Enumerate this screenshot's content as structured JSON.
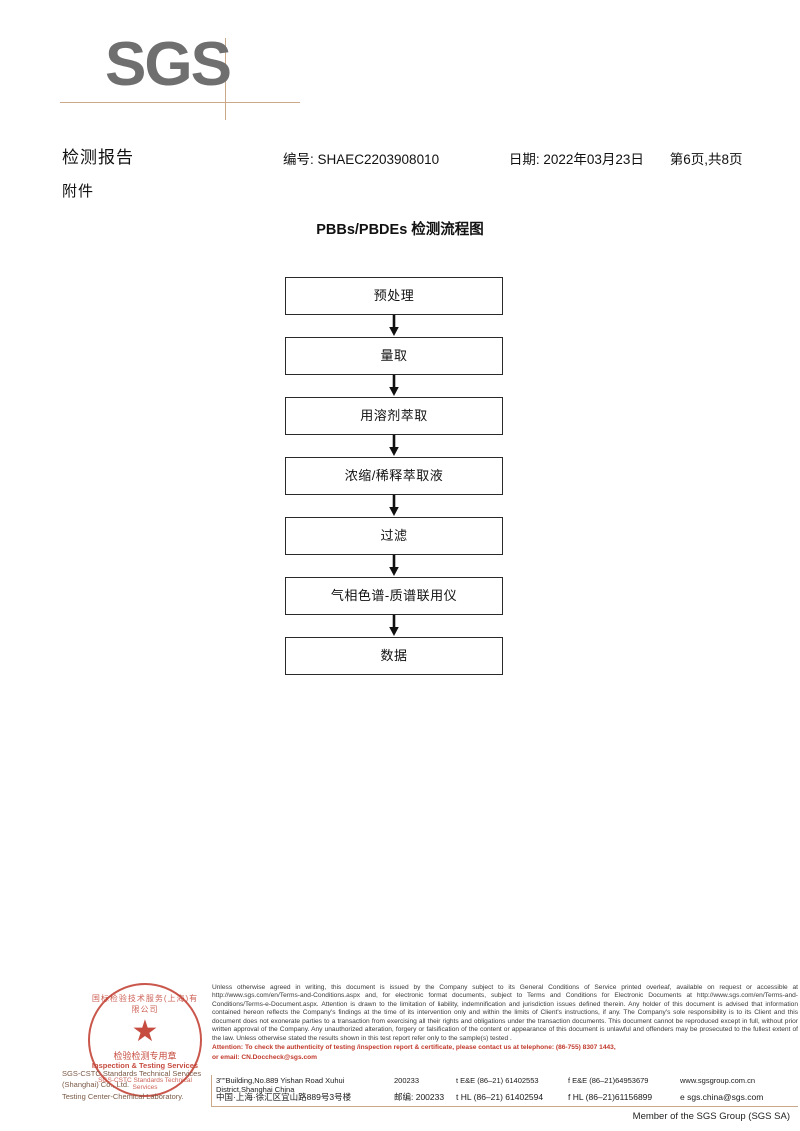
{
  "logo": {
    "wordmark": "SGS"
  },
  "header": {
    "doc_title": "检测报告",
    "attachment_label": "附件",
    "report_no": "编号: SHAEC2203908010",
    "date": "日期: 2022年03月23日",
    "page": "第6页,共8页"
  },
  "flowchart": {
    "title": "PBBs/PBDEs 检测流程图",
    "steps": [
      {
        "label": "预处理"
      },
      {
        "label": "量取"
      },
      {
        "label": "用溶剂萃取"
      },
      {
        "label": "浓缩/稀释萃取液"
      },
      {
        "label": "过滤"
      },
      {
        "label": "气相色谱-质谱联用仪"
      },
      {
        "label": "数据"
      }
    ]
  },
  "stamp": {
    "arc_top": "国标检验技术服务(上海)有限公司",
    "cn_text": "检验检测专用章",
    "en_text": "Inspection & Testing Services",
    "arc_bottom": "SGS-CSTC Standards Technical Services"
  },
  "footer": {
    "company_line_1": "SGS-CSTC Standards Technical Services (Shanghai) Co., Ltd.",
    "company_line_2": "Testing Center-Chemical Laboratory.",
    "legal_paragraph": "Unless otherwise agreed in writing, this document is issued by the Company subject to its General Conditions of Service printed overleaf, available on request or accessible at http://www.sgs.com/en/Terms-and-Conditions.aspx and, for electronic format documents, subject to Terms and Conditions for Electronic Documents at http://www.sgs.com/en/Terms-and-Conditions/Terms-e-Document.aspx. Attention is drawn to the limitation of liability, indemnification and jurisdiction issues defined therein. Any holder of this document is advised that information contained hereon reflects the Company's findings at the time of its intervention only and within the limits of Client's instructions, if any. The Company's sole responsibility is to its Client and this document does not exonerate parties to a transaction from exercising all their rights and obligations under the transaction documents. This document cannot be reproduced except in full, without prior written approval of the Company. Any unauthorized alteration, forgery or falsification of the content or appearance of this document is unlawful and offenders may be prosecuted to the fullest extent of the law. Unless otherwise stated the results shown in this test report refer only to the sample(s) tested .",
    "attention_line_1": "Attention: To check the authenticity of testing /inspection report & certificate, please contact us at telephone: (86-755) 8307 1443,",
    "attention_line_2": "or email: CN.Doccheck@sgs.com",
    "address_en": "3\"\"Building,No.889 Yishan Road Xuhui District,Shanghai China",
    "address_cn": "中国·上海·徐汇区宜山路889号3号楼",
    "zip_en": "200233",
    "zip_cn": "邮编: 200233",
    "tel_1": "t E&E (86–21) 61402553",
    "tel_2": "t HL (86–21) 61402594",
    "fax_1": "f E&E (86–21)64953679",
    "fax_2": "f HL (86–21)61156899",
    "website": "www.sgsgroup.com.cn",
    "email": "e sgs.china@sgs.com",
    "member_line": "Member of the SGS Group (SGS SA)"
  }
}
